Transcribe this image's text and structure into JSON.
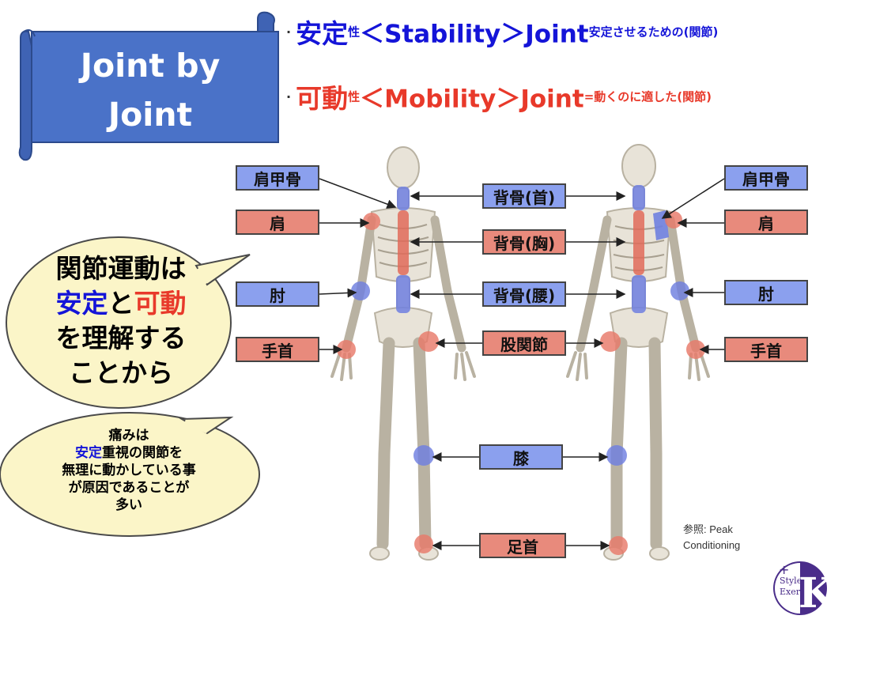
{
  "banner": {
    "line1": "Joint by",
    "line2": "Joint"
  },
  "headline_stability": {
    "bullet": "·",
    "big1": "安定",
    "small1": "性",
    "big2": "＜Stability＞Joint",
    "small2": "安定させるための(関節)"
  },
  "headline_mobility": {
    "bullet": "·",
    "big1": "可動",
    "small1": "性",
    "big2": "＜Mobility＞Joint",
    "small2": "=動くのに適した(関節)"
  },
  "labels_left": {
    "scapula": "肩甲骨",
    "shoulder": "肩",
    "elbow": "肘",
    "wrist": "手首"
  },
  "labels_center": {
    "spine_neck": "背骨(首)",
    "spine_chest": "背骨(胸)",
    "spine_lumbar": "背骨(腰)",
    "hip": "股関節",
    "knee": "膝",
    "ankle": "足首"
  },
  "labels_right": {
    "scapula": "肩甲骨",
    "shoulder": "肩",
    "elbow": "肘",
    "wrist": "手首"
  },
  "bubble_main": {
    "line1": "関節運動は",
    "line2_a": "安定",
    "line2_b": "と",
    "line2_c": "可動",
    "line3": "を理解する",
    "line4": "ことから"
  },
  "bubble_pain": {
    "line1": "痛みは",
    "line2_a": "安定",
    "line2_b": "重視の関節を",
    "line3": "無理に動かしている事",
    "line4": "が原因であることが",
    "line5": "多い"
  },
  "reference": {
    "line1": "参照: Peak",
    "line2": "Conditioning"
  },
  "logo": {
    "letter": "K",
    "sub1": "Style",
    "sub2": "Exer",
    "plus": "+"
  },
  "colors": {
    "stability_blue": "#1414d8",
    "mobility_red": "#e8392a",
    "banner_blue": "#4a72c8",
    "label_blue": "#8ba0ee",
    "label_red": "#e88a7c",
    "bubble_fill": "#fbf5c8",
    "logo_purple": "#4a2d8a"
  }
}
